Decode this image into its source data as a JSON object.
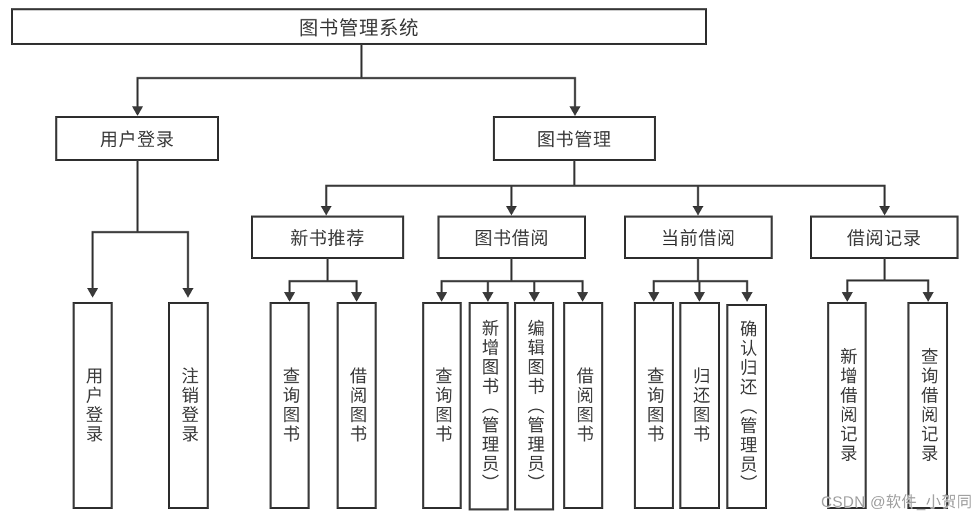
{
  "diagram": {
    "root": {
      "label": "图书管理系统"
    },
    "user_login": {
      "label": "用户登录",
      "children": [
        {
          "label": "用户登录"
        },
        {
          "label": "注销登录"
        }
      ]
    },
    "book_mgmt": {
      "label": "图书管理",
      "children": [
        {
          "label": "新书推荐",
          "children": [
            {
              "label": "查询图书"
            },
            {
              "label": "借阅图书"
            }
          ]
        },
        {
          "label": "图书借阅",
          "children": [
            {
              "label": "查询图书"
            },
            {
              "label": "新增图书（管理员）"
            },
            {
              "label": "编辑图书（管理员）"
            },
            {
              "label": "借阅图书"
            }
          ]
        },
        {
          "label": "当前借阅",
          "children": [
            {
              "label": "查询图书"
            },
            {
              "label": "归还图书"
            },
            {
              "label": "确认归还（管理员）"
            }
          ]
        },
        {
          "label": "借阅记录",
          "children": [
            {
              "label": "新增借阅记录"
            },
            {
              "label": "查询借阅记录"
            }
          ]
        }
      ]
    }
  },
  "watermark": "CSDN @软件_小贺同学",
  "colors": {
    "line": "#3a3a3a",
    "box_border": "#3a3a3a",
    "box_bg": "#ffffff",
    "page_bg": "#ffffff",
    "text": "#3c3c3c",
    "watermark": "#a0a0a0"
  }
}
